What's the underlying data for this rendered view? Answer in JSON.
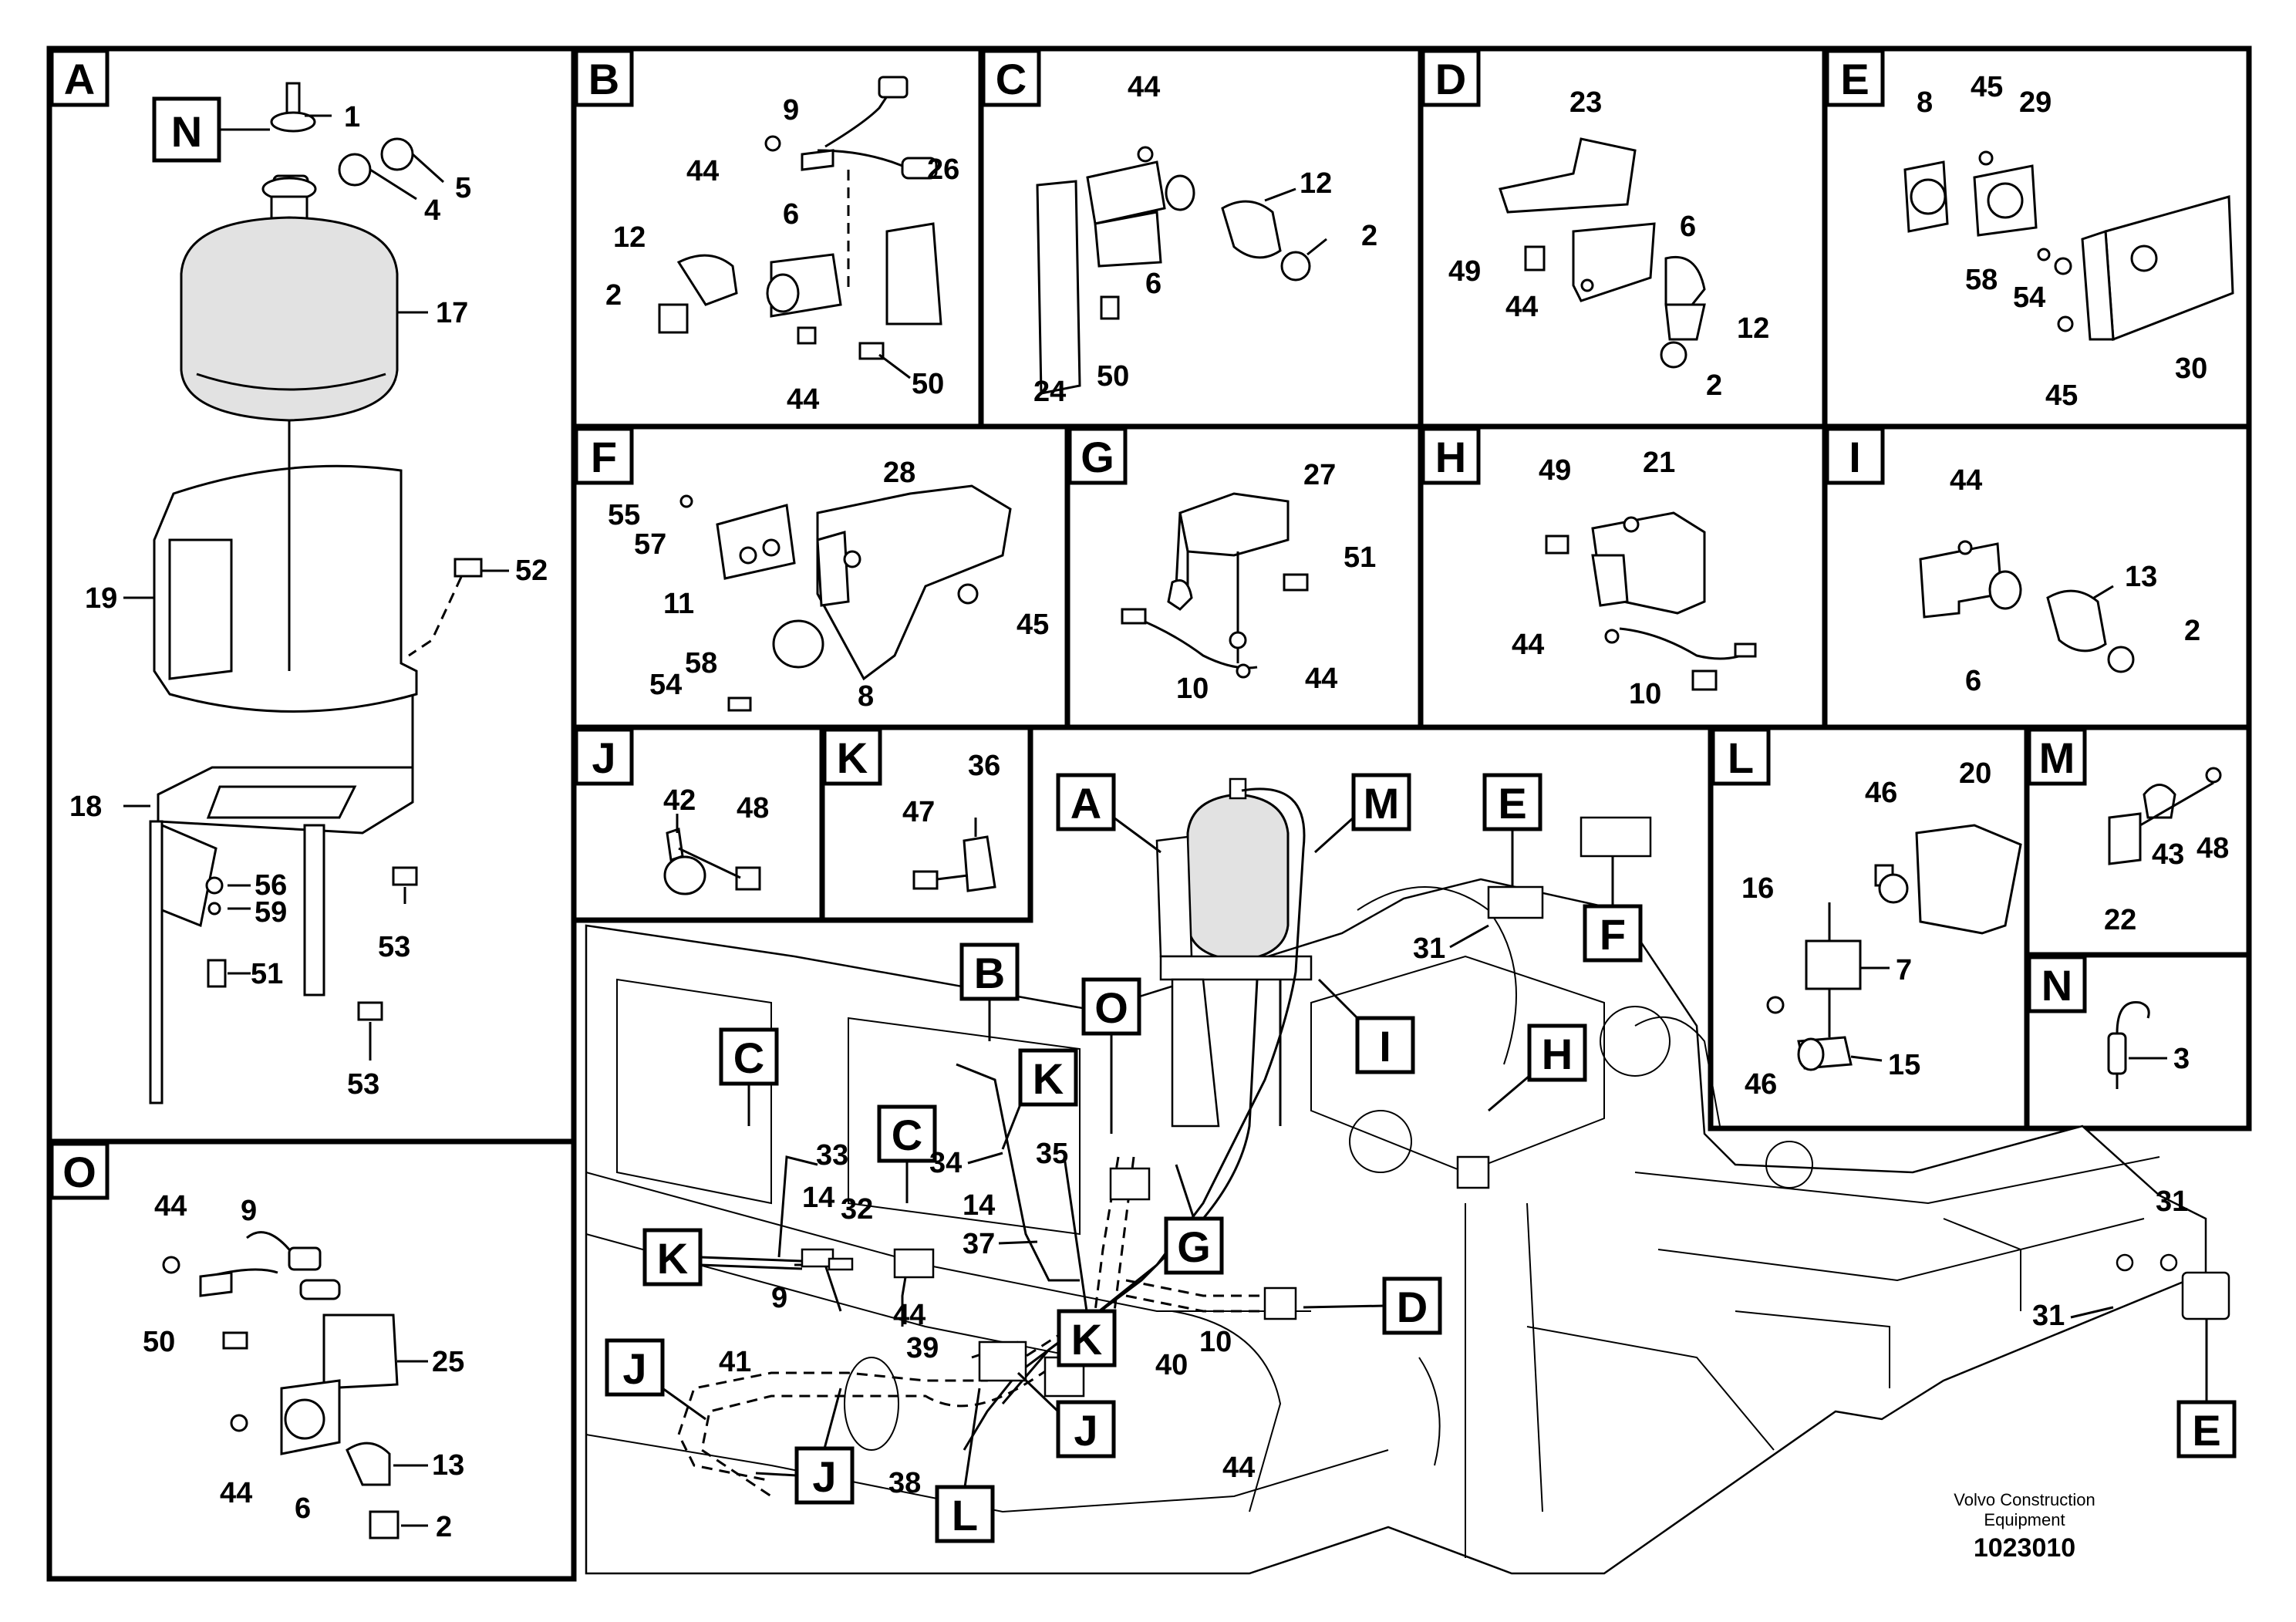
{
  "panels": {
    "A": {
      "letter": "A",
      "callouts": [
        "1",
        "5",
        "4",
        "17",
        "19",
        "52",
        "18",
        "56",
        "59",
        "51",
        "53",
        "53"
      ],
      "inset_letter": "N"
    },
    "B": {
      "letter": "B",
      "callouts": [
        "9",
        "44",
        "26",
        "12",
        "6",
        "2",
        "44",
        "50"
      ]
    },
    "C": {
      "letter": "C",
      "callouts": [
        "44",
        "12",
        "6",
        "2",
        "24",
        "50"
      ]
    },
    "D": {
      "letter": "D",
      "callouts": [
        "23",
        "6",
        "49",
        "44",
        "12",
        "2"
      ]
    },
    "E": {
      "letter": "E",
      "callouts": [
        "8",
        "45",
        "29",
        "58",
        "54",
        "45",
        "30"
      ]
    },
    "F": {
      "letter": "F",
      "callouts": [
        "28",
        "55",
        "57",
        "11",
        "45",
        "58",
        "54",
        "8"
      ]
    },
    "G": {
      "letter": "G",
      "callouts": [
        "27",
        "51",
        "10",
        "44"
      ]
    },
    "H": {
      "letter": "H",
      "callouts": [
        "49",
        "21",
        "44",
        "10"
      ]
    },
    "I": {
      "letter": "I",
      "callouts": [
        "44",
        "13",
        "2",
        "6"
      ]
    },
    "J": {
      "letter": "J",
      "callouts": [
        "42",
        "48"
      ]
    },
    "K": {
      "letter": "K",
      "callouts": [
        "36",
        "47"
      ]
    },
    "L": {
      "letter": "L",
      "callouts": [
        "46",
        "20",
        "16",
        "7",
        "46",
        "15"
      ]
    },
    "M": {
      "letter": "M",
      "callouts": [
        "43",
        "48",
        "22"
      ]
    },
    "N": {
      "letter": "N",
      "callouts": [
        "3"
      ]
    },
    "O": {
      "letter": "O",
      "callouts": [
        "44",
        "9",
        "50",
        "25",
        "13",
        "44",
        "6",
        "2"
      ]
    }
  },
  "main_view": {
    "letters": [
      "A",
      "M",
      "E",
      "F",
      "B",
      "O",
      "K",
      "C",
      "C",
      "I",
      "H",
      "G",
      "K",
      "K",
      "D",
      "J",
      "J",
      "J",
      "L",
      "E"
    ],
    "callouts": [
      "31",
      "33",
      "14",
      "32",
      "34",
      "35",
      "14",
      "37",
      "9",
      "44",
      "39",
      "41",
      "38",
      "40",
      "10",
      "44",
      "31",
      "31"
    ]
  },
  "footer": {
    "company_line1": "Volvo Construction",
    "company_line2": "Equipment",
    "drawing_number": "1023010"
  }
}
